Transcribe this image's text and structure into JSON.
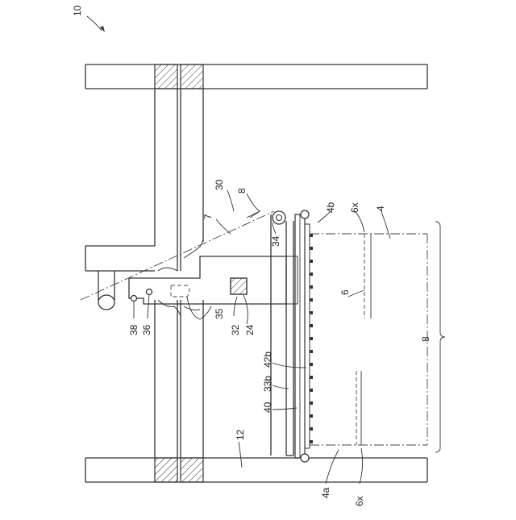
{
  "figure": {
    "ref_main": "10",
    "labels": {
      "l30": "30",
      "l8_top": "8",
      "l7": "7",
      "l4b": "4b",
      "l6x_top": "6x",
      "l4": "4",
      "l34": "34",
      "l6": "6",
      "l8_right": "8",
      "l38": "38",
      "l36": "36",
      "l35": "35",
      "l32": "32",
      "l24": "24",
      "l42b": "42b",
      "l33b": "33b",
      "l40": "40",
      "l12": "12",
      "l4a": "4a",
      "l6x_bottom": "6x"
    }
  }
}
